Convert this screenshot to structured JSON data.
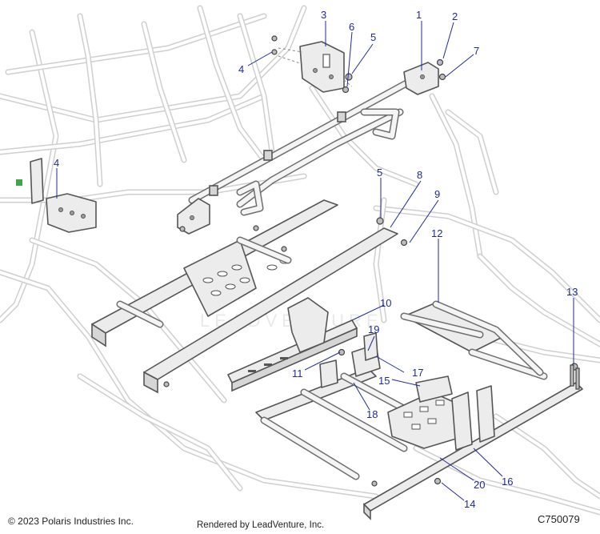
{
  "footer": {
    "copyright": "© 2023 Polaris Industries Inc.",
    "rendered_by": "Rendered by LeadVenture, Inc.",
    "figure_id": "C750079"
  },
  "watermark": {
    "text": "LEADVENTURE"
  },
  "callouts": [
    {
      "id": "callout-1",
      "label": "1"
    },
    {
      "id": "callout-2",
      "label": "2"
    },
    {
      "id": "callout-3",
      "label": "3"
    },
    {
      "id": "callout-4-top",
      "label": "4"
    },
    {
      "id": "callout-4-left",
      "label": "4"
    },
    {
      "id": "callout-5-top",
      "label": "5"
    },
    {
      "id": "callout-5-mid",
      "label": "5"
    },
    {
      "id": "callout-6",
      "label": "6"
    },
    {
      "id": "callout-7",
      "label": "7"
    },
    {
      "id": "callout-8",
      "label": "8"
    },
    {
      "id": "callout-9",
      "label": "9"
    },
    {
      "id": "callout-10",
      "label": "10"
    },
    {
      "id": "callout-11",
      "label": "11"
    },
    {
      "id": "callout-12",
      "label": "12"
    },
    {
      "id": "callout-13",
      "label": "13"
    },
    {
      "id": "callout-14",
      "label": "14"
    },
    {
      "id": "callout-15",
      "label": "15"
    },
    {
      "id": "callout-16",
      "label": "16"
    },
    {
      "id": "callout-17",
      "label": "17"
    },
    {
      "id": "callout-18",
      "label": "18"
    },
    {
      "id": "callout-19",
      "label": "19"
    },
    {
      "id": "callout-20",
      "label": "20"
    }
  ],
  "colors": {
    "callout": "#1f2a9a",
    "frame": "#cfcfcf",
    "part_outline": "#555555"
  }
}
